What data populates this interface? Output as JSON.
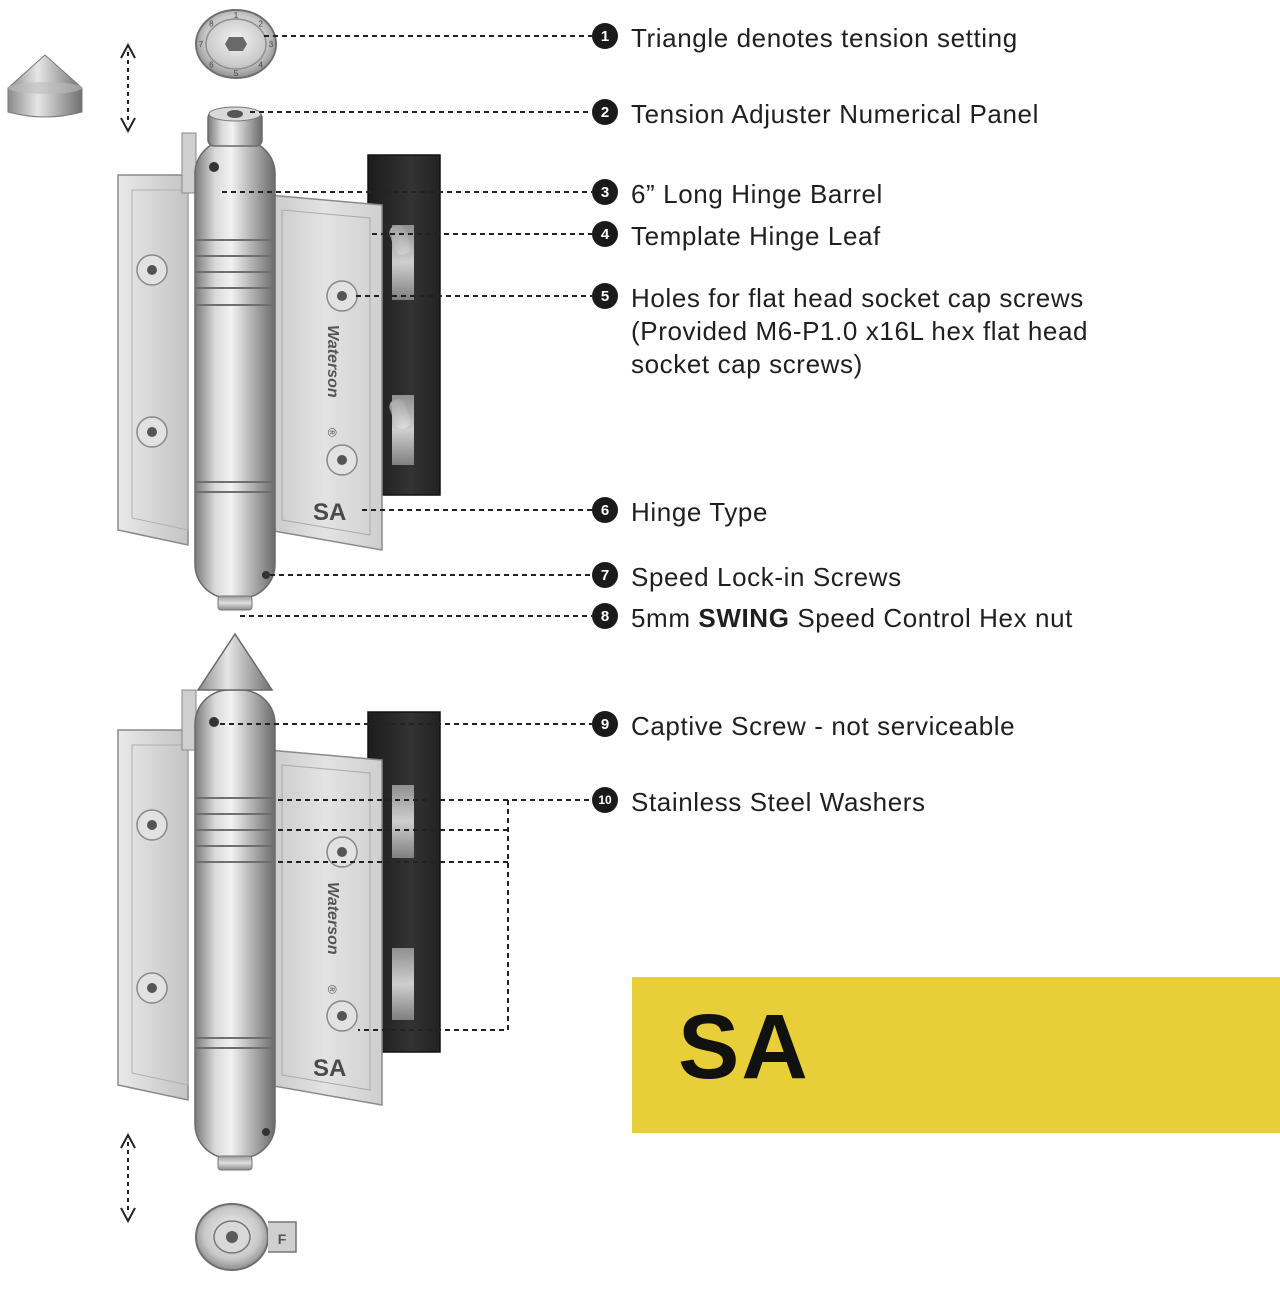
{
  "callouts": [
    {
      "number": "1",
      "text_lines": [
        "Triangle denotes tension setting"
      ]
    },
    {
      "number": "2",
      "text_lines": [
        "Tension Adjuster Numerical Panel"
      ]
    },
    {
      "number": "3",
      "text_lines": [
        "6” Long Hinge Barrel"
      ]
    },
    {
      "number": "4",
      "text_lines": [
        "Template Hinge Leaf"
      ]
    },
    {
      "number": "5",
      "text_lines": [
        "Holes for flat head socket cap screws",
        "(Provided M6-P1.0 x16L hex flat head",
        "socket cap screws)"
      ]
    },
    {
      "number": "6",
      "text_lines": [
        "Hinge Type"
      ]
    },
    {
      "number": "7",
      "text_lines": [
        "Speed Lock-in Screws"
      ]
    },
    {
      "number": "8",
      "text_pre": "5mm ",
      "text_bold": "SWING",
      "text_post": " Speed Control Hex nut"
    },
    {
      "number": "9",
      "text_lines": [
        "Captive Screw - not serviceable"
      ]
    },
    {
      "number": "10",
      "text_lines": [
        "Stainless Steel Washers"
      ]
    }
  ],
  "hinge_markings": {
    "leaf_label": "SA",
    "brand": "Waterson",
    "registered": "®",
    "dial_digits": [
      "1",
      "2",
      "3",
      "4",
      "5",
      "6",
      "7",
      "8"
    ]
  },
  "banner": {
    "text": "SA",
    "color": "#e8cf3a"
  },
  "colors": {
    "steel_light": "#e4e4e4",
    "steel_dark": "#8c8c8c",
    "black_leaf": "#262626",
    "badge": "#1a1a1a"
  }
}
